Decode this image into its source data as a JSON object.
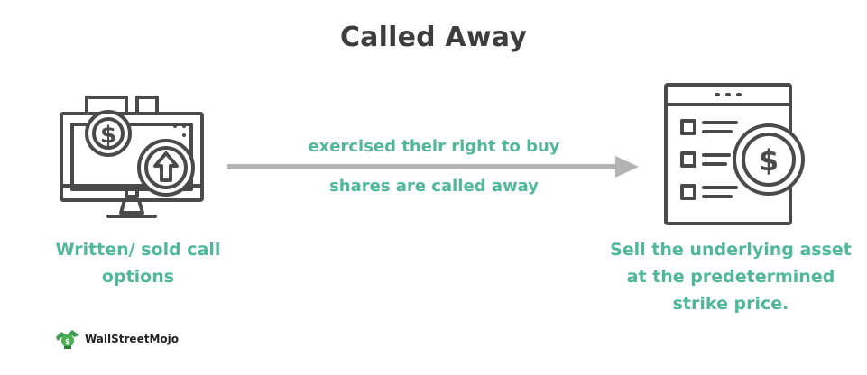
{
  "title": "Called Away",
  "left_node": {
    "icon": "monitor-dollar-up-arrow-icon",
    "label_line1": "Written/ sold call",
    "label_line2": "options"
  },
  "arrow": {
    "label_top": "exercised their right to buy",
    "label_bottom": "shares are called away"
  },
  "right_node": {
    "icon": "document-checklist-dollar-icon",
    "label_line1": "Sell the underlying asset",
    "label_line2": "at the predetermined",
    "label_line3": "strike price."
  },
  "brand": {
    "name": "WallStreetMojo"
  },
  "colors": {
    "accent": "#4fb89a",
    "icon_stroke": "#4a4a4a",
    "arrow": "#b3b3b3",
    "title": "#3d3d3d"
  }
}
